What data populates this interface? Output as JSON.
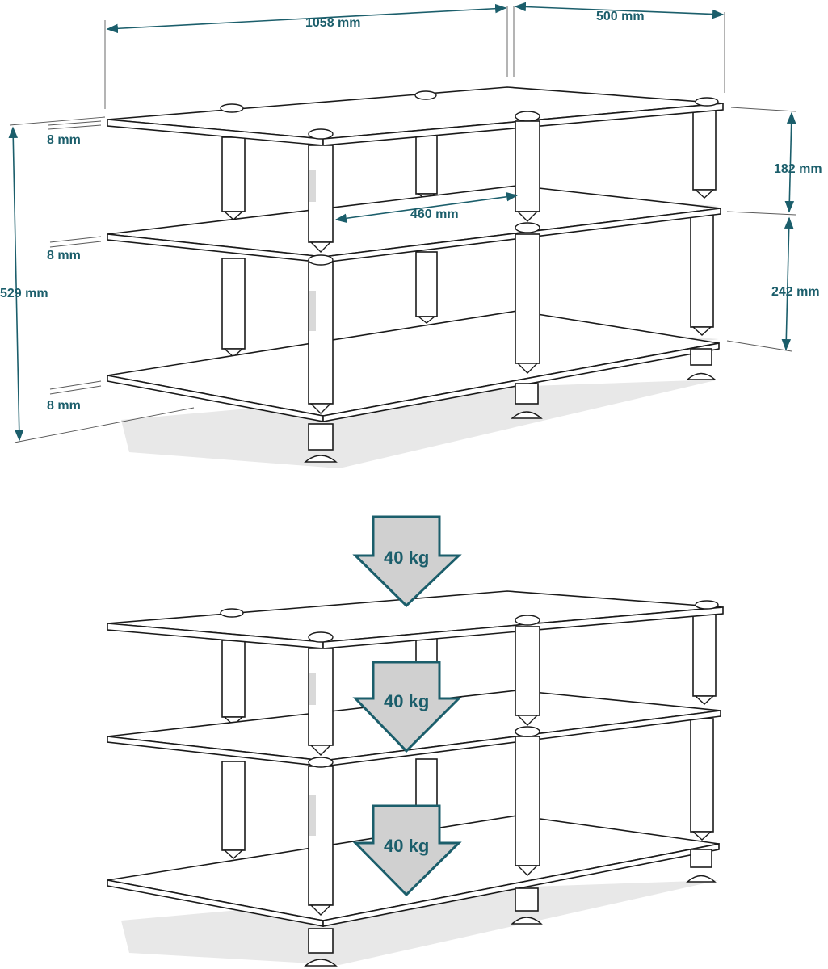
{
  "dimensions": {
    "width": "1058 mm",
    "depth": "500 mm",
    "height_total": "529 mm",
    "shelf_thickness_top": "8 mm",
    "shelf_thickness_middle": "8 mm",
    "shelf_thickness_bottom": "8 mm",
    "spacing_top": "182 mm",
    "spacing_bottom": "242 mm",
    "inner_span": "460 mm"
  },
  "loads": {
    "top": "40 kg",
    "middle": "40 kg",
    "bottom": "40 kg"
  },
  "colors": {
    "accent": "#1b5e6b",
    "arrow_fill": "#d0d0d0",
    "outline": "#1a1a1a"
  }
}
